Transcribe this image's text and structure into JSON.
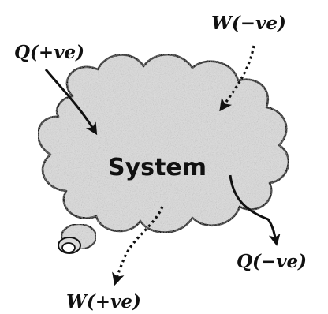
{
  "system_label": "System",
  "heat_in_label": "Q(+ve)",
  "heat_out_label": "Q(−ve)",
  "work_in_label": "W(−ve)",
  "work_out_label": "W(+ve)",
  "colors": {
    "cloud_fill": "#dadada",
    "outline": "#111111",
    "background": "#ffffff"
  }
}
